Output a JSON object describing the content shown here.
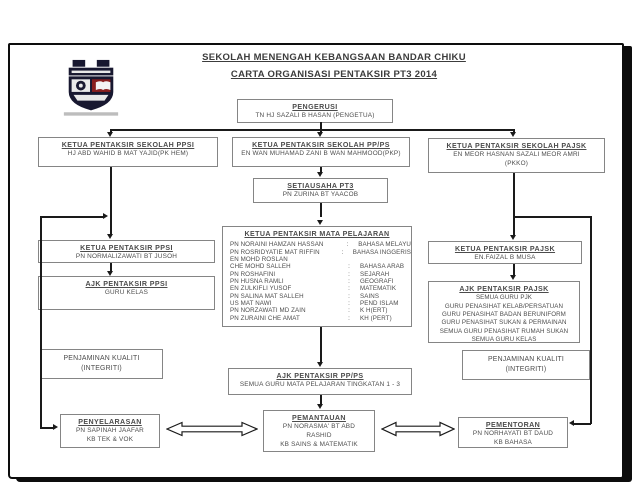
{
  "page": {
    "title_line1": "SEKOLAH MENENGAH KEBANGSAAN BANDAR CHIKU",
    "title_line2": "CARTA ORGANISASI PENTAKSIR PT3 2014"
  },
  "colors": {
    "box_border": "#858585",
    "text": "#4c4c4c",
    "line": "#1a1a1a",
    "crest_dark": "#181830"
  },
  "boxes": {
    "pengerusi": {
      "title": "PENGERUSI",
      "line1": "TN HJ SAZALI B HASAN (PENGETUA)"
    },
    "kp_ppsi": {
      "title": "KETUA PENTAKSIR SEKOLAH PPSI",
      "line1": "HJ ABD WAHID B MAT YAJID(PK HEM)"
    },
    "kp_ppps": {
      "title": "KETUA PENTAKSIR SEKOLAH PP/PS",
      "line1": "EN WAN MUHAMAD ZANI B WAN MAHMOOD(PKP)"
    },
    "kp_pajsk": {
      "title": "KETUA PENTAKSIR SEKOLAH PAJSK",
      "line1": "EN MEOR HASNAN SAZALI MEOR AMRI",
      "line2": "(PKKO)"
    },
    "setiausaha": {
      "title": "SETIAUSAHA PT3",
      "line1": "PN ZURINA BT YAACOB"
    },
    "mata_pelajaran": {
      "title": "KETUA PENTAKSIR MATA PELAJARAN",
      "rows": [
        {
          "name": "PN NORAINI HAMZAN HASSAN",
          "sep": ":",
          "subject": "BAHASA MELAYU"
        },
        {
          "name": "PN ROSRIDYATIE MAT RIFFIN",
          "sep": ":",
          "subject": "BAHASA INGGERIS"
        },
        {
          "name": "EN MOHD ROSLAN",
          "sep": "",
          "subject": ""
        },
        {
          "name": "CHE MOHD SALLEH",
          "sep": ":",
          "subject": "BAHASA ARAB"
        },
        {
          "name": "PN ROSHAFINI",
          "sep": ":",
          "subject": "SEJARAH"
        },
        {
          "name": "PN HUSNA RAMLI",
          "sep": ":",
          "subject": "GEOGRAFI"
        },
        {
          "name": "EN ZULKIFLI YUSOF",
          "sep": ":",
          "subject": "MATEMATIK"
        },
        {
          "name": "PN SALINA MAT SALLEH",
          "sep": ":",
          "subject": "SAINS"
        },
        {
          "name": "US MAT NAWI",
          "sep": ":",
          "subject": "PEND ISLAM"
        },
        {
          "name": "PN NORZAWATI MD ZAIN",
          "sep": ":",
          "subject": "K H(ERT)"
        },
        {
          "name": "PN ZURAINI CHE AMAT",
          "sep": ":",
          "subject": "KH (PERT)"
        }
      ]
    },
    "ketua_ppsi": {
      "title": "KETUA PENTAKSIR PPSI",
      "line1": "PN NORMALIZAWATI BT JUSOH"
    },
    "ajk_ppsi": {
      "title": "AJK PENTAKSIR PPSI",
      "line1": "GURU KELAS"
    },
    "penjaminan_left": {
      "line1": "PENJAMINAN KUALITI",
      "line2": "(INTEGRITI)"
    },
    "ketua_pajsk": {
      "title": "KETUA PENTAKSIR PAJSK",
      "line1": "EN.FAIZAL B MUSA"
    },
    "ajk_pajsk": {
      "title": "AJK PENTAKSIR PAJSK",
      "lines": [
        "SEMUA GURU PJK",
        "GURU PENASIHAT KELAB/PERSATUAN",
        "GURU PENASIHAT BADAN BERUNIFORM",
        "GURU PENASIHAT SUKAN & PERMAINAN",
        "SEMUA GURU PENASIHAT RUMAH SUKAN",
        "SEMUA GURU KELAS"
      ]
    },
    "penjaminan_right": {
      "line1": "PENJAMINAN KUALITI",
      "line2": "(INTEGRITI)"
    },
    "ajk_ppps": {
      "title": "AJK PENTAKSIR PP/PS",
      "line1": "SEMUA GURU MATA PELAJARAN TINGKATAN 1 - 3"
    },
    "penyelarasan": {
      "title": "PENYELARASAN",
      "line1": "PN SAPINAH JAAFAR",
      "line2": "KB TEK & VOK"
    },
    "pemantauan": {
      "title": "PEMANTAUAN",
      "line1": "PN NORASMA' BT ABD",
      "line2": "RASHID",
      "line3": "KB SAINS & MATEMATIK"
    },
    "pementoran": {
      "title": "PEMENTORAN",
      "line1": "PN NORHAYATI BT DAUD",
      "line2": "KB BAHASA"
    }
  }
}
